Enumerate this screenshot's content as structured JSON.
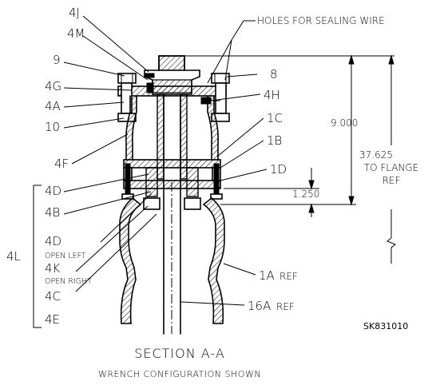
{
  "callouts": {
    "c4J": "4J",
    "c4M": "4M",
    "c9": "9",
    "c4G": "4G",
    "c4A": "4A",
    "c10": "10",
    "c4F": "4F",
    "c4D_top": "4D",
    "c4B": "4B",
    "c4L": "4L",
    "c4D_bottom": "4D",
    "open_left": "OPEN LEFT",
    "c4K": "4K",
    "open_right": "OPEN RIGHT",
    "c4C": "4C",
    "c4E": "4E",
    "holes_note": "HOLES FOR SEALING WIRE",
    "c8": "8",
    "c4H": "4H",
    "c1C": "1C",
    "c1B": "1B",
    "c1D": "1D",
    "c1A": "1A",
    "c1A_ref": "REF",
    "c16A": "16A",
    "c16A_ref": "REF"
  },
  "dimensions": {
    "dim_9": "9.000",
    "dim_1_25": "1.250",
    "dim_37_line1": "37.625",
    "dim_37_line2": "TO FLANGE",
    "dim_37_line3": "REF"
  },
  "drawing_number": "SK831010",
  "section_title": "SECTION A-A",
  "section_subtitle": "WRENCH CONFIGURATION SHOWN"
}
